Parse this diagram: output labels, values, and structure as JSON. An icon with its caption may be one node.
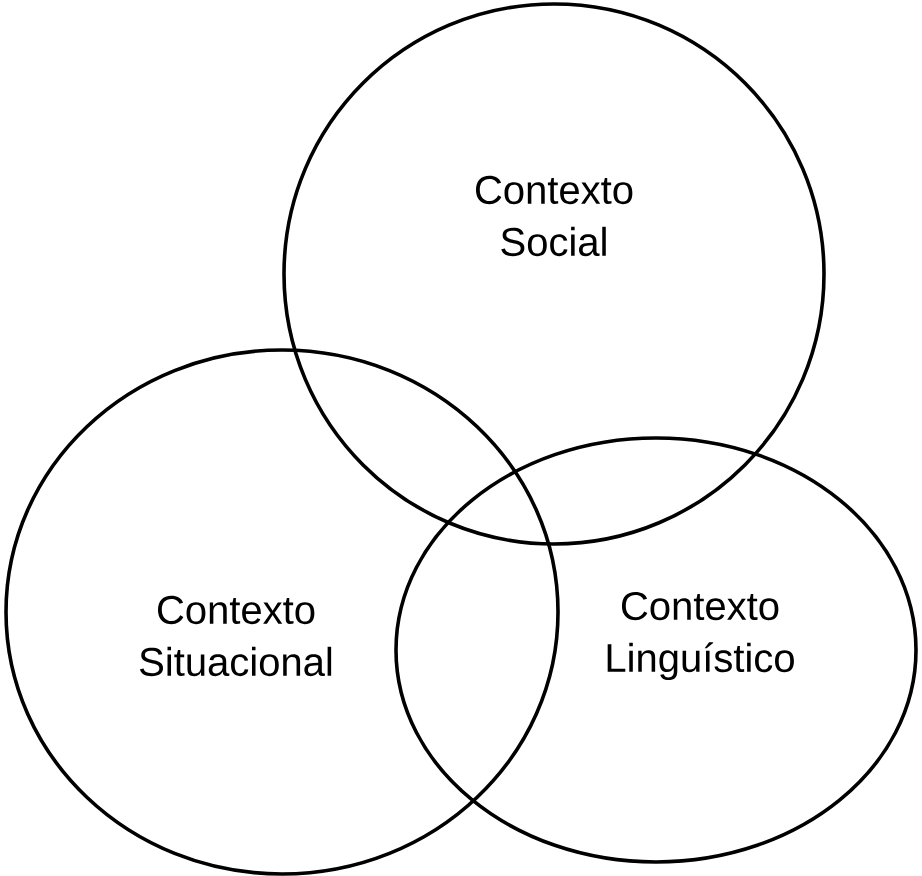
{
  "diagram": {
    "nodes": [
      {
        "text": [
          "Contexto Social"
        ]
      },
      {
        "text": [
          "Contexto Situacional"
        ]
      },
      {
        "text": [
          "Contexto Linguístico"
        ]
      }
    ]
  }
}
